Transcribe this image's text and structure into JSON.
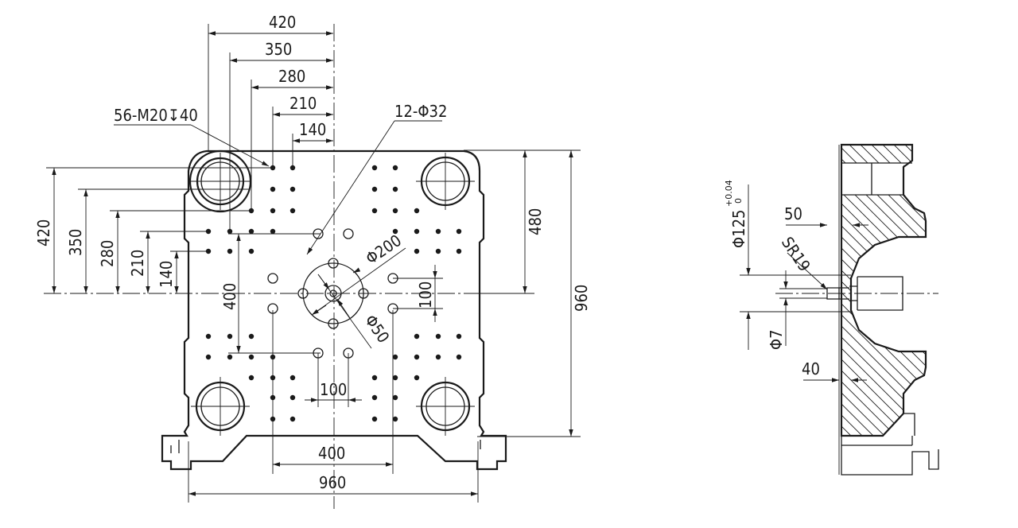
{
  "drawing": {
    "front_view": {
      "top_dims": [
        "420",
        "350",
        "280",
        "210",
        "140"
      ],
      "left_dims": [
        "420",
        "350",
        "280",
        "210",
        "140"
      ],
      "right_dims": [
        "480",
        "960"
      ],
      "bottom_dims": [
        "400",
        "960"
      ],
      "center_dims": {
        "vertical_400": "400",
        "horizontal_100": "100",
        "vertical_100": "100",
        "dia_200": "Φ200",
        "dia_50": "Φ50"
      },
      "tapped_holes_note": "56-M20↧40",
      "through_holes_note": "12-Φ32"
    },
    "side_view": {
      "bore_dia": "Φ125",
      "bore_tol_upper": "+0.04",
      "bore_tol_lower": "0",
      "dim_50": "50",
      "sphere_radius": "SR19",
      "nozzle_dia": "Φ7",
      "dim_40": "40"
    }
  }
}
